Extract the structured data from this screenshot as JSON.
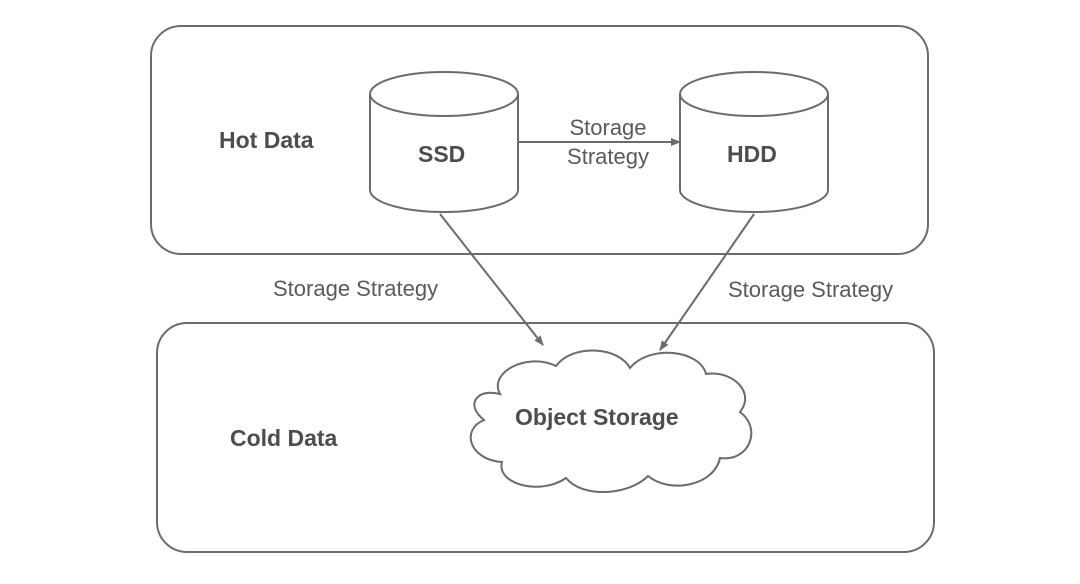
{
  "zones": {
    "hot": {
      "label": "Hot Data"
    },
    "cold": {
      "label": "Cold Data"
    }
  },
  "nodes": {
    "ssd": {
      "label": "SSD",
      "shape": "cylinder"
    },
    "hdd": {
      "label": "HDD",
      "shape": "cylinder"
    },
    "object_storage": {
      "label": "Object Storage",
      "shape": "cloud"
    }
  },
  "edges": [
    {
      "from": "SSD",
      "to": "HDD",
      "label_line1": "Storage",
      "label_line2": "Strategy"
    },
    {
      "from": "SSD",
      "to": "Object Storage",
      "label": "Storage Strategy"
    },
    {
      "from": "HDD",
      "to": "Object Storage",
      "label": "Storage Strategy"
    }
  ],
  "colors": {
    "stroke": "#6b6b6b",
    "text": "#4d4d4d",
    "background": "#ffffff"
  }
}
